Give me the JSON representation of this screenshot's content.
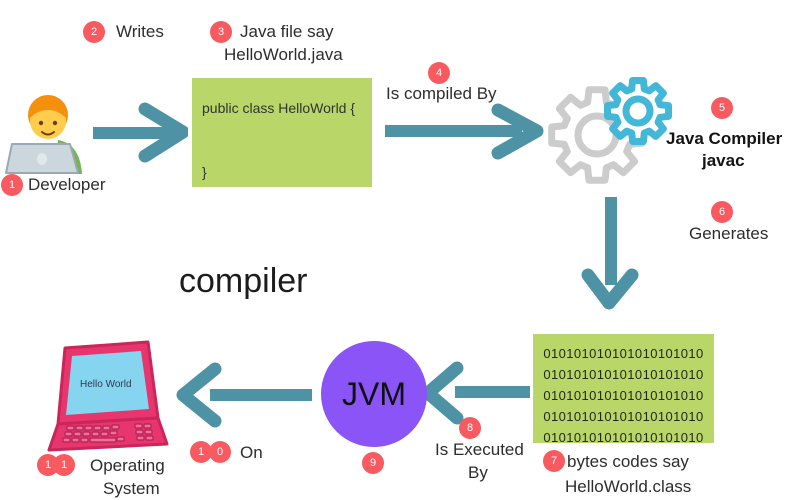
{
  "title": "compiler",
  "colors": {
    "badge_red": "#f85a60",
    "arrow_teal": "#4d93a5",
    "box_green": "#b9d768",
    "jvm_purple": "#8a54f7",
    "gear_gray": "#cccccc",
    "gear_teal": "#43b7d8",
    "laptop_pink": "#e8356e",
    "screen_blue": "#85d4f0"
  },
  "steps": {
    "developer": {
      "badge": "1",
      "label": "Developer"
    },
    "writes": {
      "badge": "2",
      "label": "Writes"
    },
    "java_file": {
      "badge": "3",
      "line1": "Java file say",
      "line2": "HelloWorld.java"
    },
    "compiled_by": {
      "badge": "4",
      "label": "Is compiled By"
    },
    "java_compiler": {
      "badge": "5",
      "line1": "Java Compiler",
      "line2": "javac"
    },
    "generates": {
      "badge": "6",
      "label": "Generates"
    },
    "byte_codes": {
      "badge": "7",
      "line1": "bytes codes say",
      "line2": "HelloWorld.class"
    },
    "executed_by": {
      "badge": "8",
      "line1": "Is Executed",
      "line2": "By"
    },
    "jvm": {
      "badge": "9",
      "label": "JVM"
    },
    "on": {
      "badge_digit1": "1",
      "badge_digit2": "0",
      "label": "On"
    },
    "operating_system": {
      "badge_digit1": "1",
      "badge_digit2": "1",
      "line1": "Operating",
      "line2": "System"
    }
  },
  "code_box": {
    "line1": "public class HelloWorld {",
    "line2": "}"
  },
  "bytecode_box": {
    "lines": [
      "010101010101010101010",
      "010101010101010101010",
      "010101010101010101010",
      "010101010101010101010",
      "010101010101010101010"
    ]
  },
  "os_screen_text": "Hello World",
  "icons": {
    "developer": "man-technologist",
    "java_compiler": "double-gears",
    "operating_system": "pink-laptop",
    "connectors": "teal-arrows"
  }
}
